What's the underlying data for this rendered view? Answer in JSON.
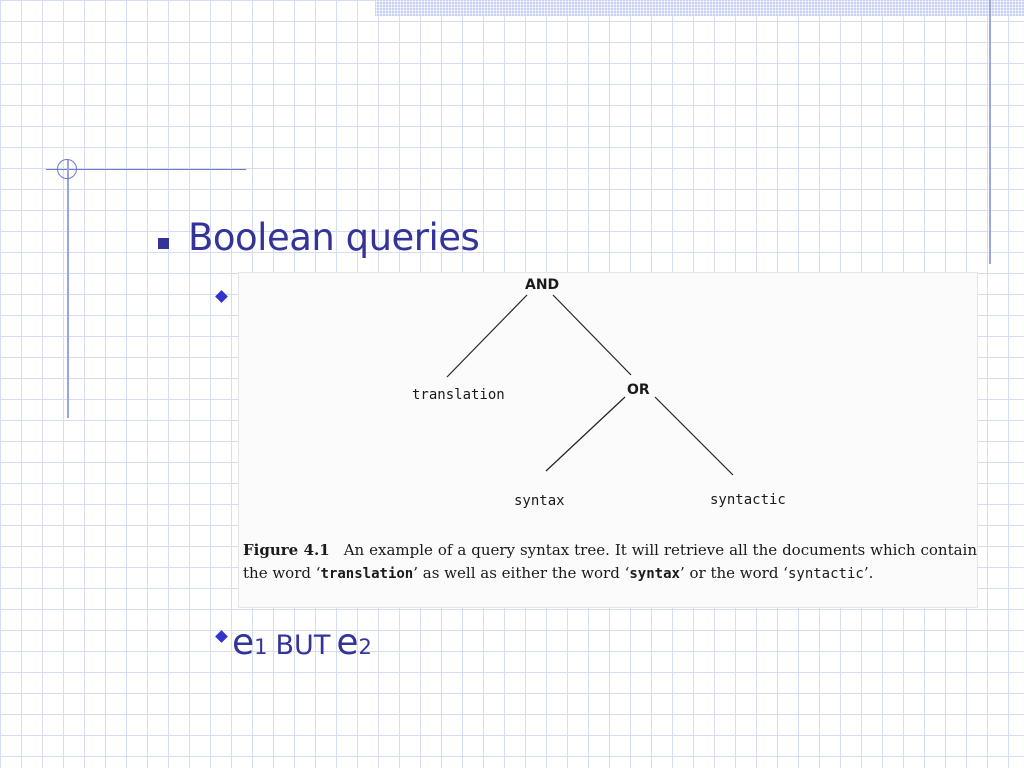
{
  "slide": {
    "heading": "Boolean queries",
    "expression": {
      "left_var": "e",
      "left_sub": "1",
      "operator": "BUT",
      "right_var": "e",
      "right_sub": "2"
    }
  },
  "figure": {
    "tree": {
      "root": "AND",
      "left_leaf": "translation",
      "inner": "OR",
      "inner_left": "syntax",
      "inner_right": "syntactic"
    },
    "caption": {
      "label": "Figure 4.1",
      "p1": "An example of a query syntax tree. It will retrieve all the documents which contain the word ‘",
      "w1": "translation",
      "p2": "’ as well as either the word ‘",
      "w2": "syntax",
      "p3": "’ or the word ‘",
      "w3": "syntactic",
      "p4": "’."
    }
  },
  "colors": {
    "accent": "#333399",
    "bullet": "#3333cc",
    "grid": "#d6dcf2"
  }
}
